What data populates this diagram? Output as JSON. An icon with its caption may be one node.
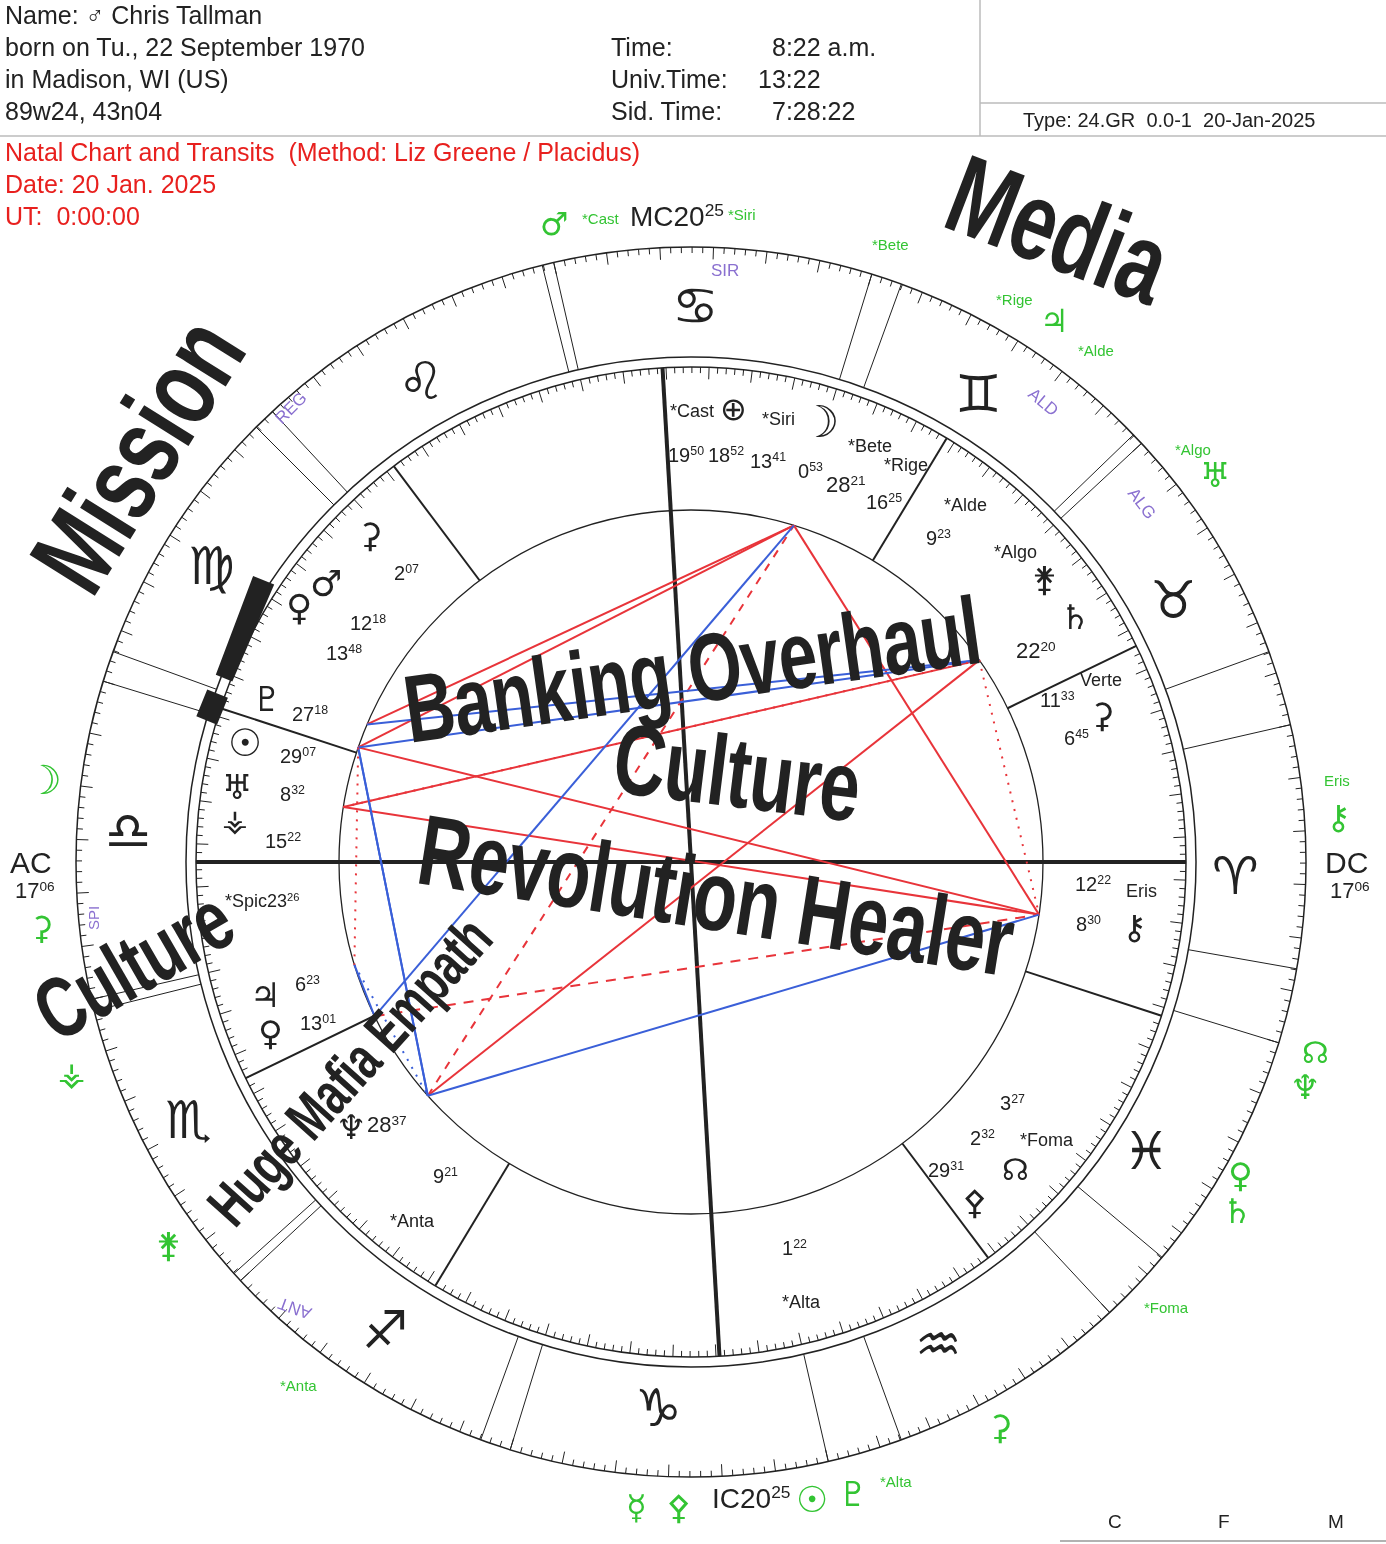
{
  "diagram": {
    "title": "Natal Chart and Transits  (Method: Liz Greene / Placidus)",
    "labels": [
      "Name: ♂ Chris Tallman",
      "born on Tu., 22 September 1970",
      "in Madison, WI (US)",
      "89w24, 43n04",
      "Time:",
      "8:22 a.m.",
      "Univ.Time:",
      "13:22",
      "Sid. Time:",
      "7:28:22",
      "Type: 24.GR  0.0-1  20-Jan-2025",
      "Date: 20 Jan. 2025",
      "UT:  0:00:00",
      "♂",
      "*Cast",
      "MC20$^{25}$",
      "*Siri",
      "SIR",
      "*Bete",
      "*Rige",
      "♃",
      "*Alde",
      "ALD",
      "*Algo",
      "♅",
      "ALG",
      "REG",
      "☽",
      "Eris",
      "⚷",
      "AC",
      "17$^{06}$",
      "DC",
      "17$^{06}$",
      "⚳",
      "SPI",
      "⚶",
      "⚵",
      "ANT",
      "*Anta",
      "☿",
      "⚴",
      "IC20$^{25}$",
      "☉",
      "♇",
      "*Alta",
      "⚳",
      "*Foma",
      "♀",
      "♄",
      "☊",
      "♆",
      "♋",
      "♌",
      "♊",
      "♍",
      "♉",
      "♎",
      "♈",
      "♏",
      "♓",
      "♐",
      "♒",
      "♑",
      "*Cast",
      "⊕",
      "*Siri",
      "☽",
      "*Bete",
      "*Rige",
      "19$^{50}$",
      "18$^{52}$",
      "13$^{41}$",
      "0$^{53}$",
      "28$^{21}$",
      "16$^{25}$",
      "*Alde",
      "9$^{23}$",
      "*Algo",
      "⚵",
      "♄",
      "22$^{20}$",
      "Verte",
      "11$^{33}$",
      "⚳",
      "6$^{45}$",
      "12$^{22}$",
      "Eris",
      "8$^{30}$",
      "⚷",
      "3$^{27}$",
      "2$^{32}$",
      "*Foma",
      "29$^{31}$",
      "☊",
      "⚴",
      "1$^{22}$",
      "*Alta",
      "♆",
      "28$^{37}$",
      "9$^{21}$",
      "*Anta",
      "♃",
      "6$^{23}$",
      "♀",
      "13$^{01}$",
      "*Spic23$^{26}$",
      "♇",
      "27$^{18}$",
      "☉",
      "29$^{07}$",
      "♅",
      "8$^{32}$",
      "⚶",
      "15$^{22}$",
      "⚳",
      "2$^{07}$",
      "♂",
      "12$^{18}$",
      "♀",
      "13$^{48}$",
      "C",
      "F",
      "M",
      "Mission",
      "Media",
      "!",
      "Banking Overhaul",
      "Culture",
      "Revolution Healer",
      "Culture",
      "Huge Mafia Empath"
    ]
  }
}
